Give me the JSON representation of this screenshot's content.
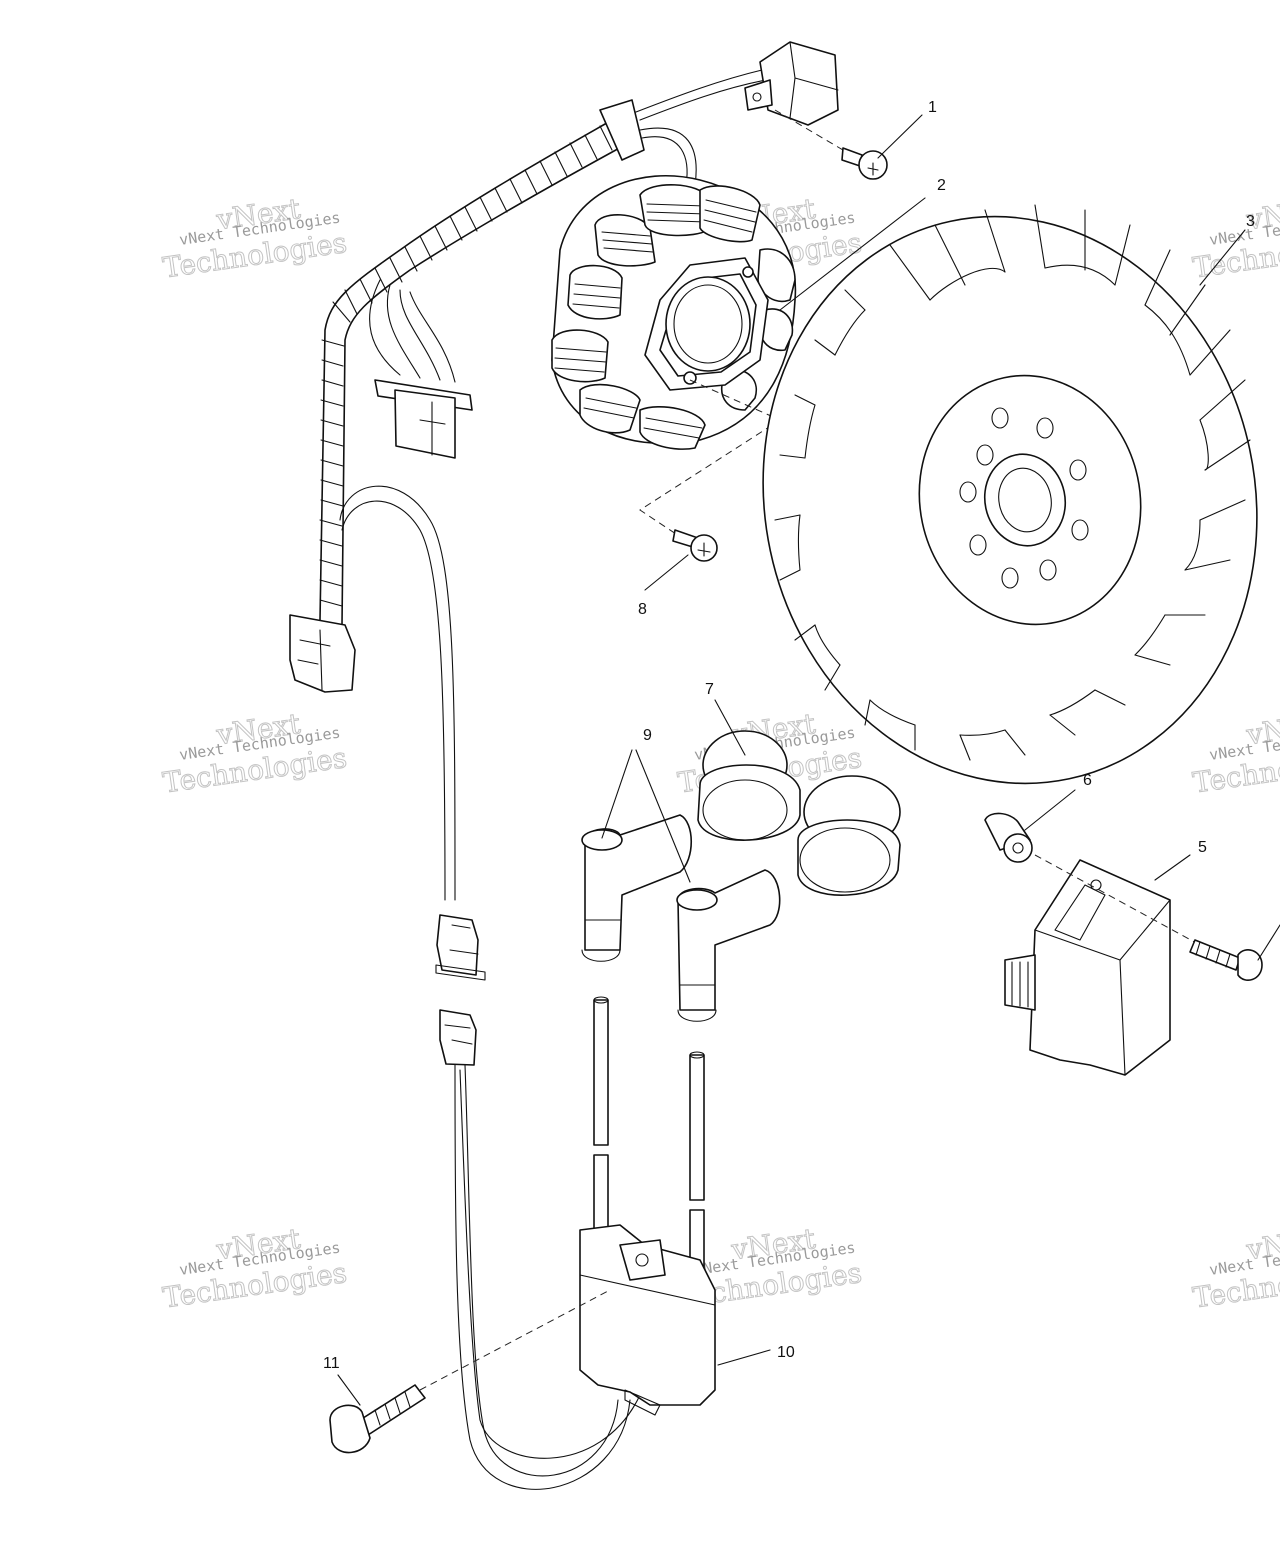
{
  "watermark": {
    "line1": "vNext Technologies",
    "line2": "Technologies",
    "line3": "vNext"
  },
  "callouts": [
    {
      "id": "1",
      "label": "1"
    },
    {
      "id": "2",
      "label": "2"
    },
    {
      "id": "3",
      "label": "3"
    },
    {
      "id": "5",
      "label": "5"
    },
    {
      "id": "6",
      "label": "6"
    },
    {
      "id": "7",
      "label": "7"
    },
    {
      "id": "8",
      "label": "8"
    },
    {
      "id": "9",
      "label": "9"
    },
    {
      "id": "10",
      "label": "10"
    },
    {
      "id": "11",
      "label": "11"
    }
  ]
}
